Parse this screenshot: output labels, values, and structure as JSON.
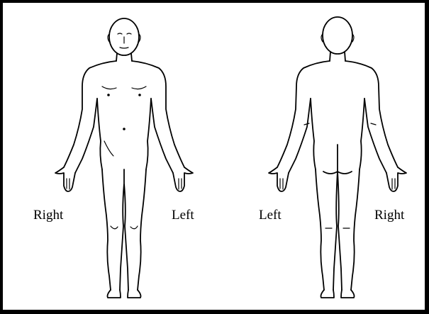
{
  "labels": {
    "front_figure": {
      "right": "Right",
      "left": "Left"
    },
    "back_figure": {
      "left": "Left",
      "right": "Right"
    }
  },
  "colors": {
    "ink": "#000000",
    "background": "#ffffff",
    "frame": "#000000"
  }
}
